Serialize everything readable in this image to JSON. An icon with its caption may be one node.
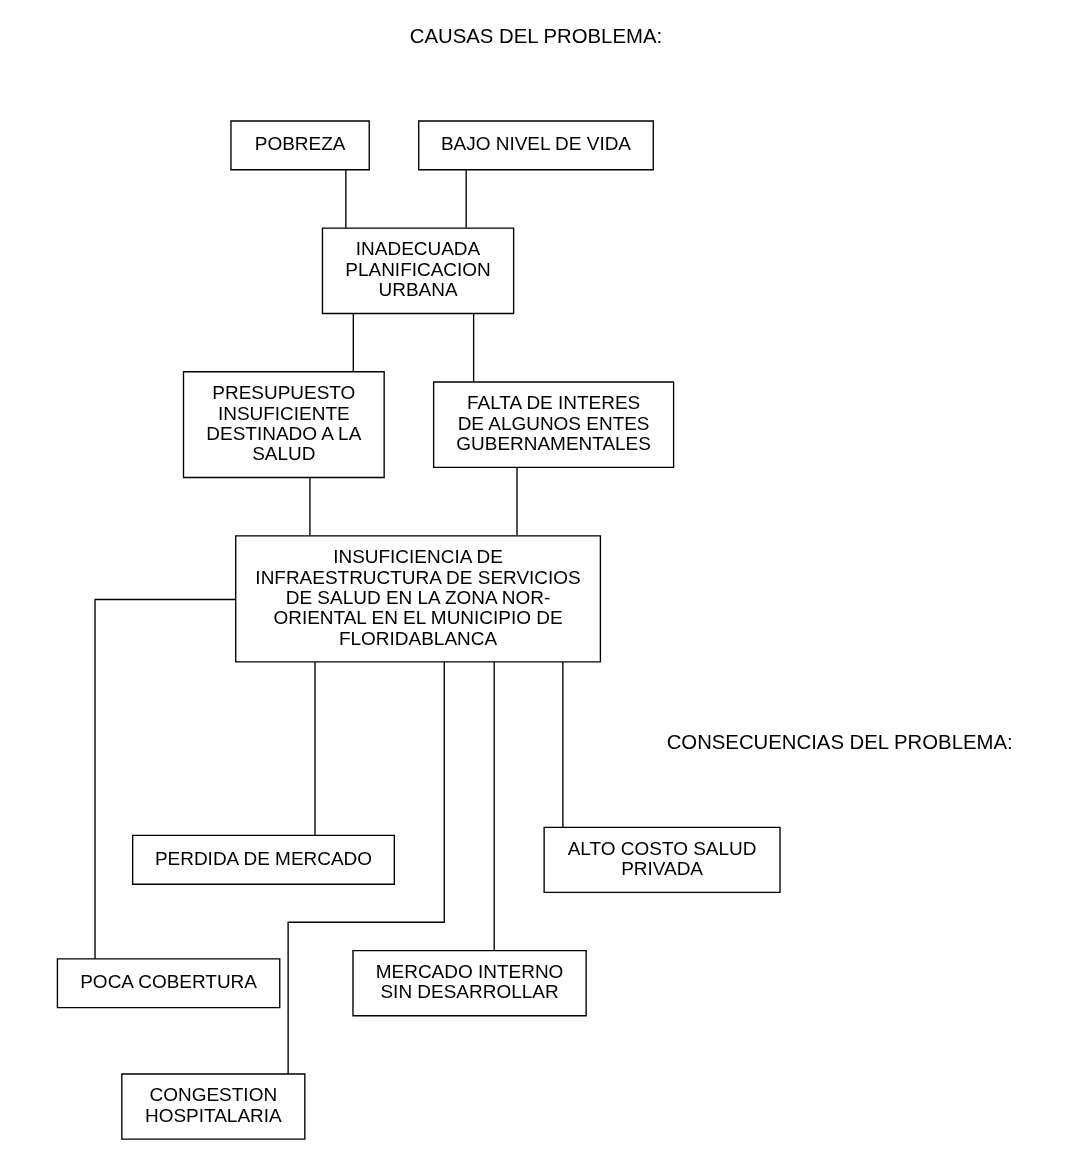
{
  "diagram": {
    "nodes": [
      {
        "text": [
          "BAJO NIVEL DE VIDA"
        ]
      },
      {
        "text": [
          "POBREZA"
        ]
      },
      {
        "text": [
          "INADECUADA PLANIFICACION URBANA"
        ]
      },
      {
        "text": [
          "PRESUPUESTO INSUFICIENTE DESTINADO A LA SALUD"
        ]
      },
      {
        "text": [
          "FALTA DE INTERES DE ALGUNOS ENTES GUBERNAMENTALES"
        ]
      },
      {
        "text": [
          "INSUFICIENCIA DE INFRAESTRUCTURA DE SERVICIOS DE SALUD EN LA ZONA NOR-ORIENTAL EN EL MUNICIPIO DE FLORIDABLANCA"
        ]
      },
      {
        "text": [
          "ALTO COSTO SALUD PRIVADA"
        ]
      },
      {
        "text": [
          "PERDIDA DE MERCADO"
        ]
      },
      {
        "text": [
          "MERCADO INTERNO SIN DESARROLLAR"
        ]
      },
      {
        "text": [
          "POCA COBERTURA"
        ]
      },
      {
        "text": [
          "CONGESTION HOSPITALARIA"
        ]
      }
    ],
    "edges": [
      {
        "from": 0,
        "to": 2,
        "arrow": "none"
      },
      {
        "from": 1,
        "to": 2,
        "arrow": "none"
      },
      {
        "from": 2,
        "to": 3,
        "arrow": "none"
      },
      {
        "from": 2,
        "to": 4,
        "arrow": "none"
      },
      {
        "from": 3,
        "to": 5,
        "arrow": "none"
      },
      {
        "from": 4,
        "to": 5,
        "arrow": "none"
      },
      {
        "from": 5,
        "to": 6,
        "arrow": "none"
      },
      {
        "from": 5,
        "to": 7,
        "arrow": "none"
      },
      {
        "from": 5,
        "to": 8,
        "arrow": "none"
      },
      {
        "from": 5,
        "to": 9,
        "arrow": "none"
      },
      {
        "from": 5,
        "to": 10,
        "arrow": "none"
      }
    ],
    "labels": [
      "CAUSAS DEL PROBLEMA:",
      "CONSECUENCIAS DEL PROBLEMA:"
    ]
  }
}
